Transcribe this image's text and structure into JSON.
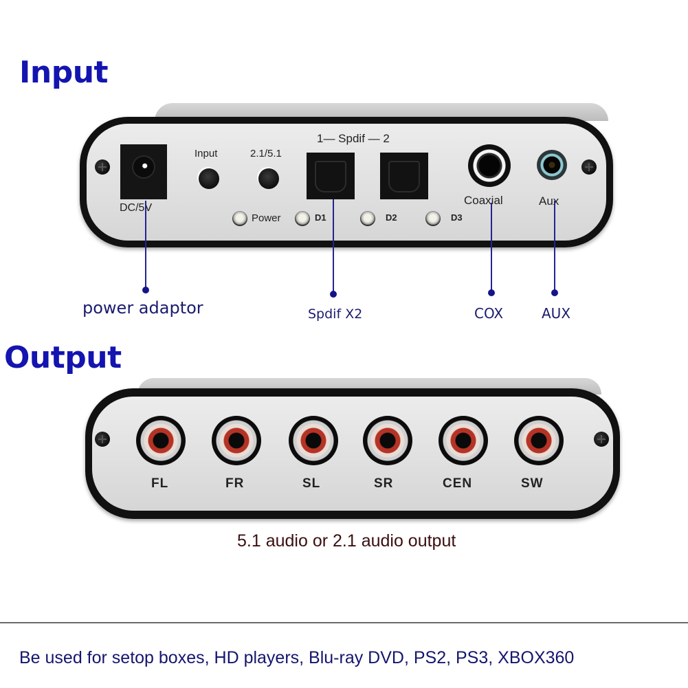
{
  "input_section": {
    "heading": "Input",
    "panel_labels": {
      "dc": "DC/5V",
      "input_button": "Input",
      "mode_button": "2.1/5.1",
      "spdif_header": "1— Spdif — 2",
      "coaxial": "Coaxial",
      "aux": "Aux",
      "leds": [
        "Power",
        "D1",
        "D2",
        "D3"
      ]
    },
    "callouts": [
      {
        "label": "power adaptor",
        "target": "dc-jack"
      },
      {
        "label": "Spdif X2",
        "target": "optical-port-1"
      },
      {
        "label": "COX",
        "target": "coaxial-port"
      },
      {
        "label": "AUX",
        "target": "aux-port"
      }
    ]
  },
  "output_section": {
    "heading": "Output",
    "channels": [
      "FL",
      "FR",
      "SL",
      "SR",
      "CEN",
      "SW"
    ],
    "caption": "5.1 audio or 2.1 audio output",
    "jack_color": "#b53325"
  },
  "footer": {
    "text": "Be used for setop boxes, HD players, Blu-ray DVD, PS2, PS3, XBOX360"
  },
  "colors": {
    "heading": "#1414b0",
    "callout": "#1b1b6e",
    "footer_text": "#15156e"
  }
}
